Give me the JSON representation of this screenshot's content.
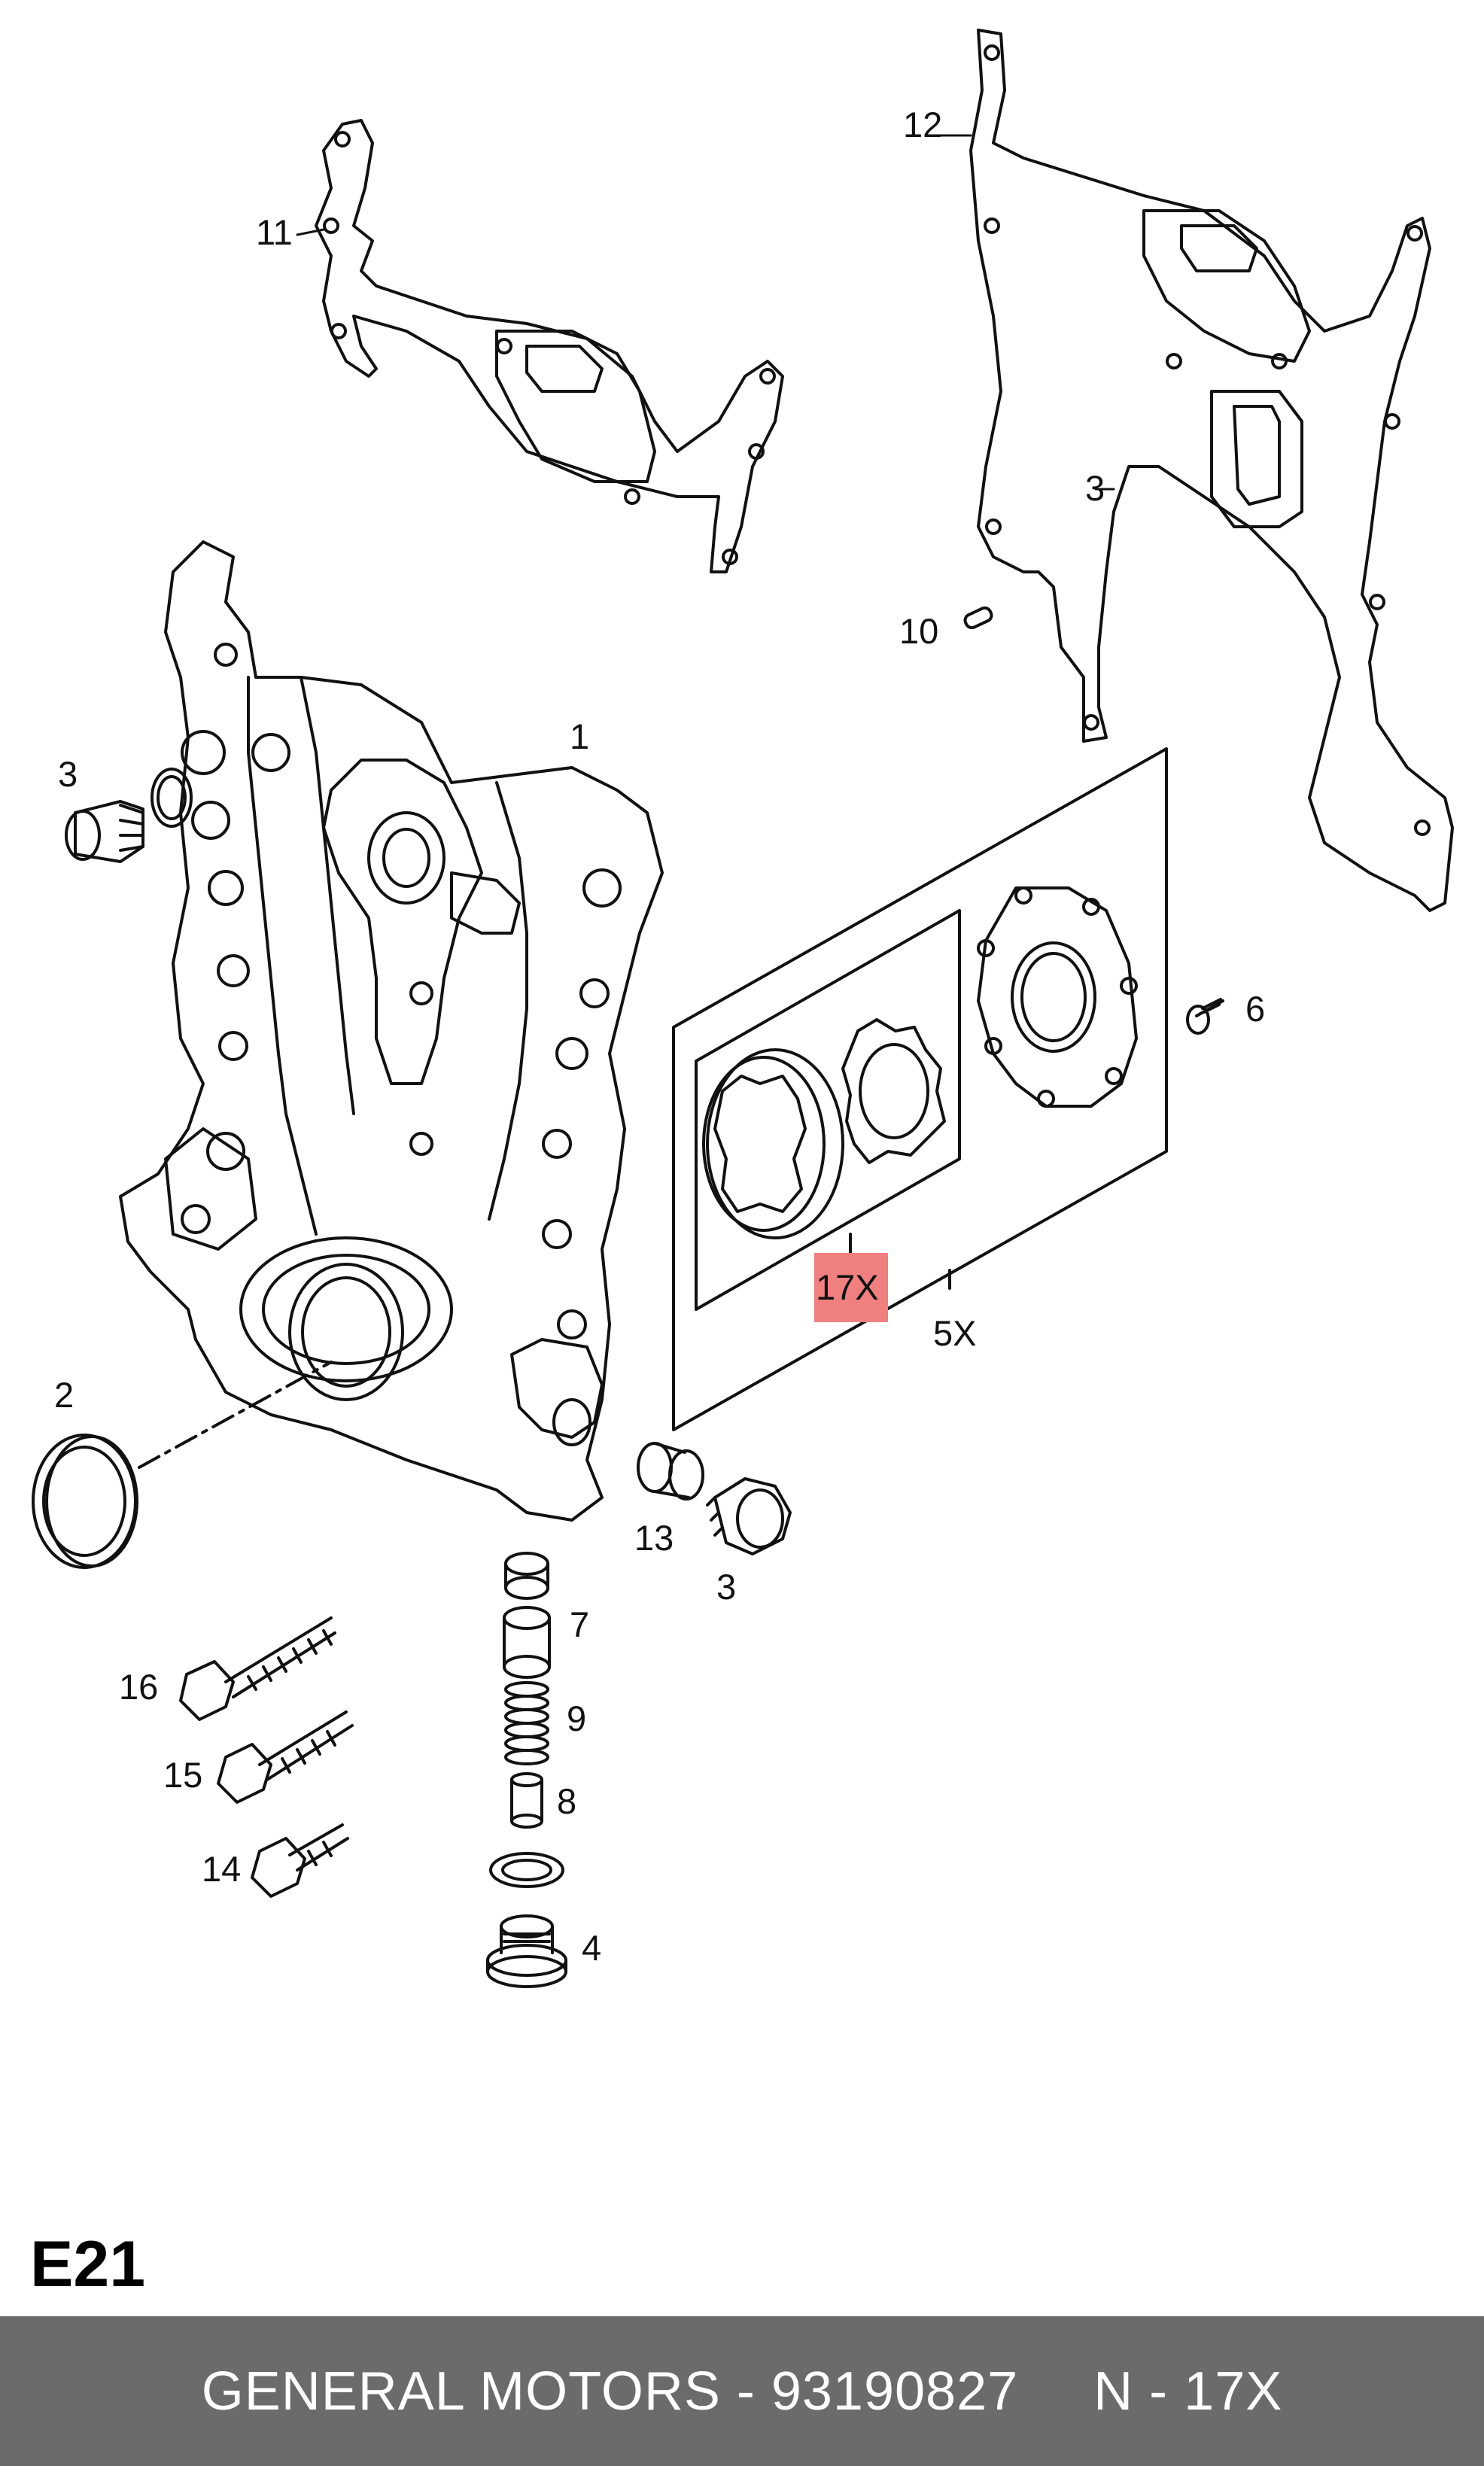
{
  "diagram": {
    "callouts": [
      {
        "id": "1",
        "text": "1"
      },
      {
        "id": "2",
        "text": "2"
      },
      {
        "id": "3a",
        "text": "3"
      },
      {
        "id": "3b",
        "text": "3"
      },
      {
        "id": "3c",
        "text": "3"
      },
      {
        "id": "4",
        "text": "4"
      },
      {
        "id": "5",
        "text": "5X"
      },
      {
        "id": "6",
        "text": "6"
      },
      {
        "id": "7",
        "text": "7"
      },
      {
        "id": "8",
        "text": "8"
      },
      {
        "id": "9",
        "text": "9"
      },
      {
        "id": "10",
        "text": "10"
      },
      {
        "id": "11",
        "text": "11"
      },
      {
        "id": "12",
        "text": "12"
      },
      {
        "id": "13",
        "text": "13"
      },
      {
        "id": "14",
        "text": "14"
      },
      {
        "id": "15",
        "text": "15"
      },
      {
        "id": "16",
        "text": "16"
      },
      {
        "id": "17",
        "text": "17X"
      }
    ],
    "highlight_color": "#f08080",
    "line_color": "#111111"
  },
  "page_code": "E21",
  "footer": {
    "brand": "GENERAL MOTORS",
    "separator": " - ",
    "part_number": "93190827",
    "ref": "N - 17X",
    "background": "#6b6b6b"
  }
}
